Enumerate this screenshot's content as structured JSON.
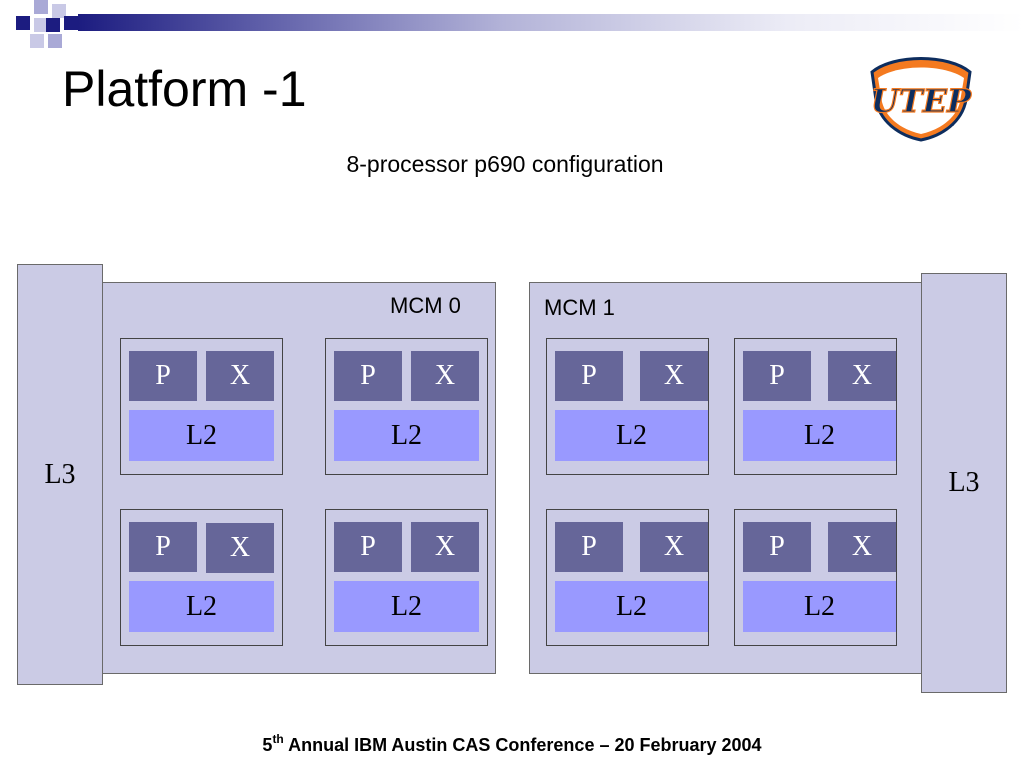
{
  "slide": {
    "title": "Platform -1",
    "subtitle": "8-processor p690 configuration",
    "logo_text": "UTEP"
  },
  "diagram": {
    "l3_left": "L3",
    "l3_right": "L3",
    "mcms": [
      {
        "label": "MCM 0",
        "chips": [
          {
            "p": "P",
            "x": "X",
            "l2": "L2"
          },
          {
            "p": "P",
            "x": "X",
            "l2": "L2"
          },
          {
            "p": "P",
            "x": "X",
            "l2": "L2"
          },
          {
            "p": "P",
            "x": "X",
            "l2": "L2"
          }
        ]
      },
      {
        "label": "MCM 1",
        "chips": [
          {
            "p": "P",
            "x": "X",
            "l2": "L2"
          },
          {
            "p": "P",
            "x": "X",
            "l2": "L2"
          },
          {
            "p": "P",
            "x": "X",
            "l2": "L2"
          },
          {
            "p": "P",
            "x": "X",
            "l2": "L2"
          }
        ]
      }
    ]
  },
  "footer": {
    "ordinal_number": "5",
    "ordinal_suffix": "th",
    "text": " Annual IBM Austin CAS Conference – 20 February 2004"
  },
  "colors": {
    "banner_dark": "#1c1c80",
    "banner_square_light": "#a9a9d6",
    "l3_fill": "#cbcbe5",
    "mcm_fill": "#cbcbe5",
    "p_x_unit_fill": "#666699",
    "l2_fill": "#9999ff",
    "logo_orange": "#f47a20",
    "logo_navy": "#0d2d5e"
  }
}
